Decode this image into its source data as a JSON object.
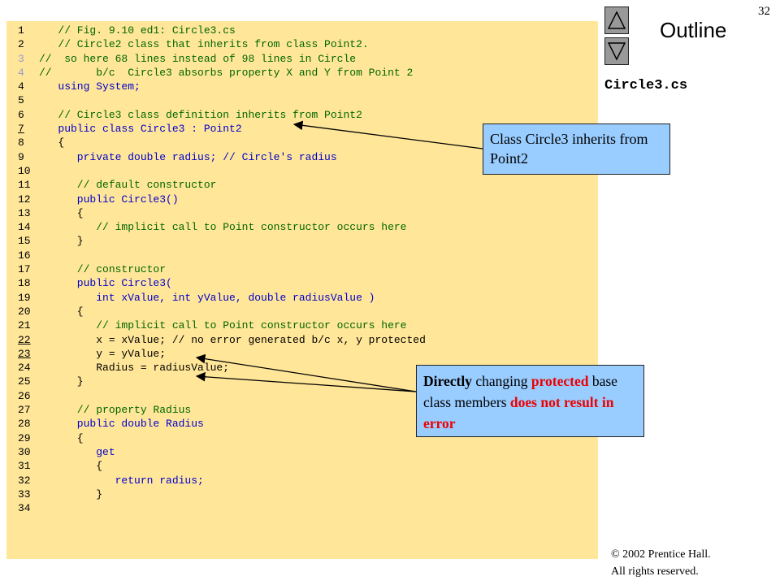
{
  "slide_number": "32",
  "outline_label": "Outline",
  "file_name": "Circle3.cs",
  "code": {
    "line_numbers": [
      "1",
      "2",
      "3",
      "4",
      "4",
      "5",
      "6",
      "7",
      "8",
      "9",
      "10",
      "11",
      "12",
      "13",
      "14",
      "15",
      "16",
      "17",
      "18",
      "19",
      "20",
      "21",
      "22",
      "23",
      "24",
      "25",
      "26",
      "27",
      "28",
      "29",
      "30",
      "31",
      "32",
      "33",
      "34"
    ],
    "lines": [
      "   // Fig. 9.10 ed1: Circle3.cs",
      "   // Circle2 class that inherits from class Point2.",
      "//  so here 68 lines instead of 98 lines in Circle",
      "//       b/c  Circle3 absorbs property X and Y from Point 2",
      "   using System;",
      "",
      "   // Circle3 class definition inherits from Point2",
      "   public class Circle3 : Point2",
      "   {",
      "      private double radius; // Circle's radius",
      "",
      "      // default constructor",
      "      public Circle3()",
      "      {",
      "         // implicit call to Point constructor occurs here",
      "      }",
      "",
      "      // constructor",
      "      public Circle3(",
      "         int xValue, int yValue, double radiusValue )",
      "      {",
      "         // implicit call to Point constructor occurs here",
      "         x = xValue; // no error generated b/c x, y protected",
      "         y = yValue;",
      "         Radius = radiusValue;",
      "      }",
      "",
      "      // property Radius",
      "      public double Radius",
      "      {",
      "         get",
      "         {",
      "            return radius;",
      "         }",
      ""
    ]
  },
  "callout_1": {
    "text": "Class Circle3 inherits from Point2"
  },
  "callout_2": {
    "p1": "Directly",
    "p2": " changing ",
    "p3": "protected",
    "p4": " base class members ",
    "p5": "does not result in error"
  },
  "footer": {
    "line1": "© 2002 Prentice Hall.",
    "line2": "All rights reserved."
  },
  "colors": {
    "code_bg": "#ffe699",
    "callout_bg": "#99ccff",
    "comment": "#006600",
    "keyword": "#0000cc",
    "highlight": "#ee0000"
  },
  "icons": {
    "prev": "triangle-up-icon",
    "next": "triangle-down-icon"
  }
}
